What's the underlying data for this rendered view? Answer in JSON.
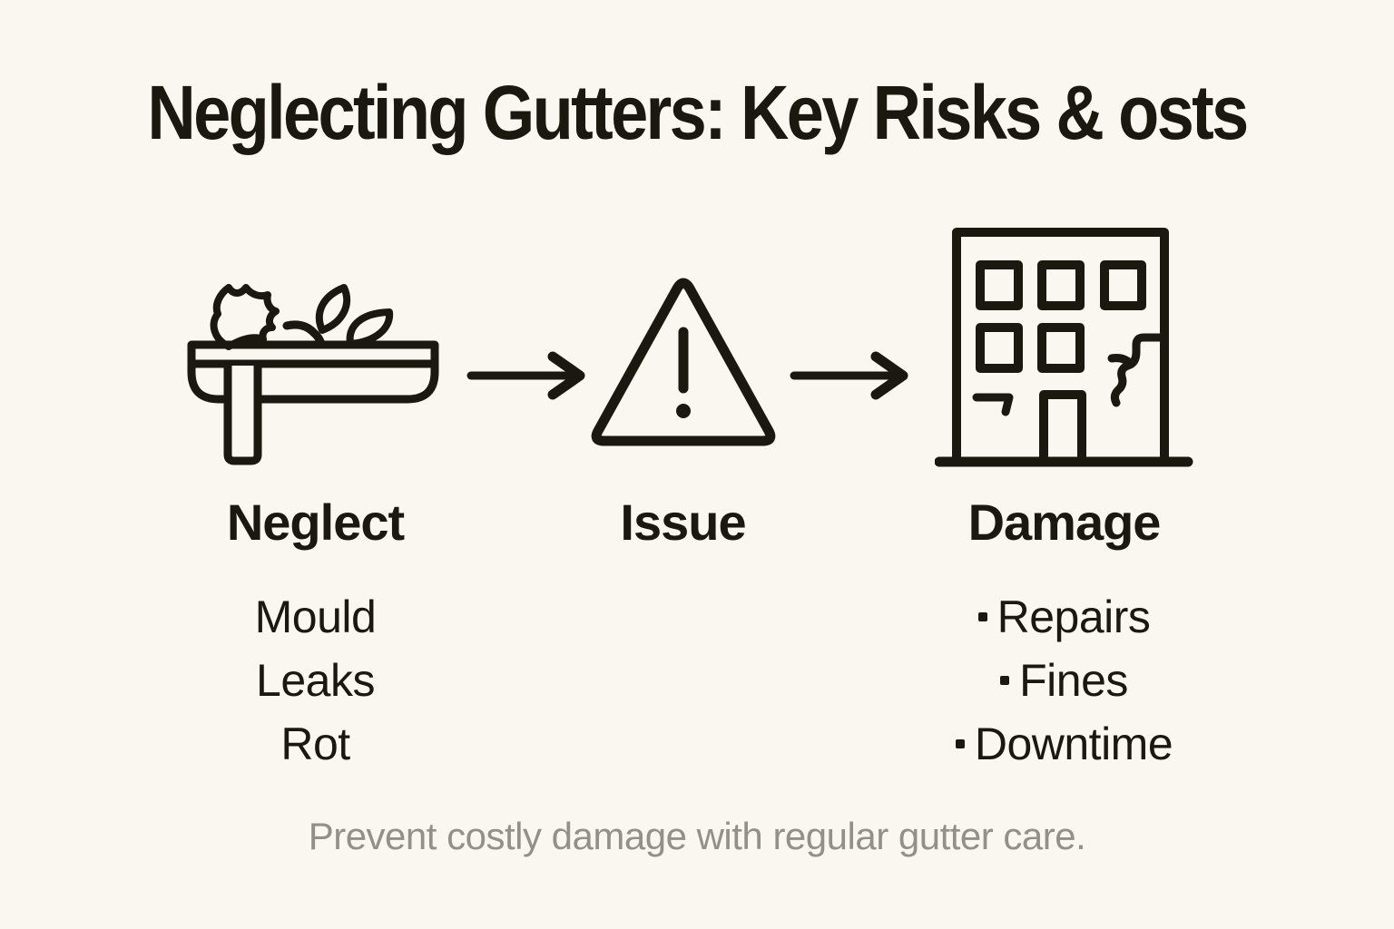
{
  "title": "Neglecting Gutters: Key Risks & osts",
  "flow": {
    "neglect": {
      "label": "Neglect",
      "icon": "clogged-gutter-with-leaves",
      "items": [
        "Mould",
        "Leaks",
        "Rot"
      ]
    },
    "issue": {
      "label": "Issue",
      "icon": "warning-triangle"
    },
    "damage": {
      "label": "Damage",
      "icon": "cracked-building",
      "items": [
        "Repairs",
        "Fines",
        "Downtime"
      ]
    }
  },
  "connectors": [
    "arrow-right",
    "arrow-right"
  ],
  "footer": "Prevent costly damage with regular gutter care.",
  "colors": {
    "background": "#FAF7F1",
    "ink": "#1B1810",
    "footer_text": "#93908C"
  }
}
